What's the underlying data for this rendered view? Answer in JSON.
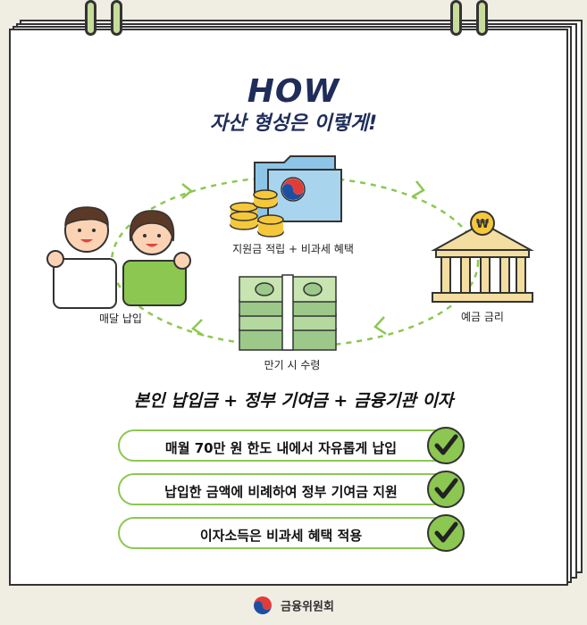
{
  "header": {
    "title": "HOW",
    "subtitle": "자산 형성은 이렇게!"
  },
  "cycle": {
    "support_label": "지원금 적립 + 비과세 혜택",
    "deposit_label": "매달 납입",
    "interest_label": "예금 금리",
    "maturity_label": "만기 시 수령"
  },
  "formula": "본인 납입금 + 정부 기여금 + 금융기관 이자",
  "points": [
    {
      "text": "매월 70만 원 한도 내에서 자유롭게 납입"
    },
    {
      "text": "납입한 금액에 비례하여 정부 기여금 지원"
    },
    {
      "text": "이자소득은 비과세 혜택 적용"
    }
  ],
  "footer": {
    "org_name": "금융위원회"
  },
  "colors": {
    "accent_green": "#8cc751",
    "title_navy": "#1f2d5a",
    "background": "#f0ede3"
  },
  "icons": [
    "folder-icon",
    "coins-icon",
    "bank-icon",
    "cash-stack-icon",
    "check-icon",
    "taegeuk-logo-icon"
  ]
}
